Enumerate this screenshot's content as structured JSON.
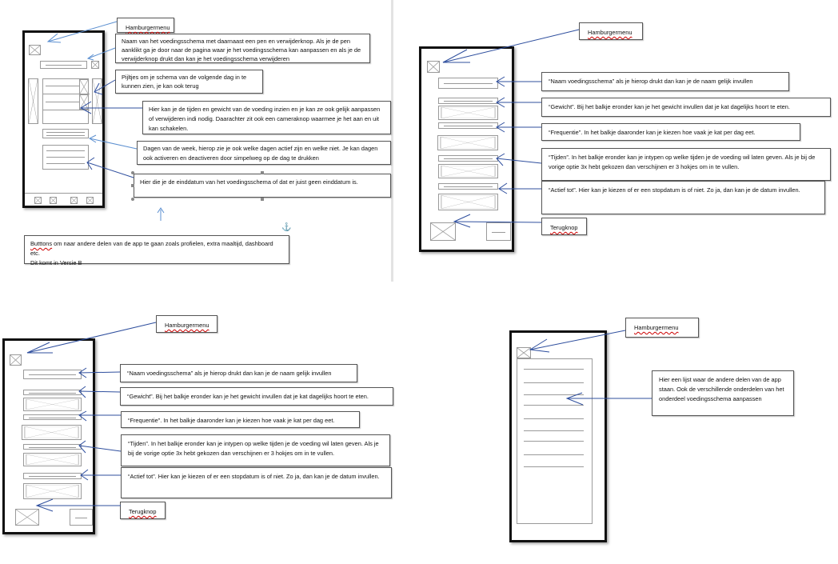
{
  "document": {
    "title": "Wireframes voedingsschema app",
    "colors": {
      "arrow_light": "#5b8fd0",
      "arrow_dark": "#2f4f9e",
      "wire": "#9a9a9a",
      "frame": "#111111",
      "anchor": "#2e75b6"
    }
  },
  "wireframe1": {
    "labels": {
      "hamburger": "Hamburgermenu",
      "name_row": "Naam van het voedingsschema met daarnaast een pen en verwijderknop. Als je de pen aanklikt ga je door naar de pagina waar je het voedingsschema kan aanpassen en als je de verwijderknop drukt dan kan je het voedingsschema verwijderen",
      "arrows": "Pijltjes om je schema van de volgende dag in te kunnen zien, je kan ook terug",
      "times": "Hier kan je de tijden en gewicht van de voeding inzien en je kan ze ook gelijk aanpassen of verwijderen indi nodig. Daarachter zit ook een cameraknop waarmee je het aan en uit kan schakelen.",
      "days": "Dagen van de week, hierop zie je ook welke dagen actief zijn en welke niet. Je kan dagen ook activeren en deactiveren door simpelweg op de dag te drukken",
      "end_date": "Hier die je de einddatum van het voedingsschema of dat er juist geen einddatum is.",
      "bottom_buttons_1": "Butttons om naar andere delen van de app te gaan zoals profielen, extra maaltijd, dashboard etc.",
      "bottom_buttons_2": "Dit komt in Versie B"
    },
    "misspelled": {
      "buttons": "Butttons",
      "indi": "indi"
    }
  },
  "wireframe2": {
    "labels": {
      "hamburger": "Hamburgermenu",
      "name": "“Naam voedingsschema” als je hierop drukt dan kan je de naam gelijk invullen",
      "weight": "“Gewicht”. Bij het balkje eronder kan je het gewicht invullen dat je kat dagelijks hoort te eten.",
      "frequency": "“Frequentie”. In het balkje daaronder kan je kiezen hoe vaak je kat per dag eet.",
      "times": "“Tijden”. In het balkje eronder kan je intypen op welke tijden je de voeding wil laten geven. Als je bij de vorige optie 3x hebt gekozen dan verschijnen er 3 hokjes om in te vullen.",
      "active_until": "“Actief tot”. Hier kan je kiezen of er een stopdatum is of niet. Zo ja, dan kan je de datum invullen.",
      "back": "Terugknop"
    }
  },
  "wireframe3": {
    "labels": {
      "hamburger": "Hamburgermenu",
      "name": "“Naam voedingsschema” als je hierop drukt dan kan je de naam gelijk invullen",
      "weight": "“Gewicht”. Bij het balkje eronder kan je het gewicht invullen dat je kat dagelijks hoort te eten.",
      "frequency": "“Frequentie”. In het balkje daaronder kan je kiezen hoe vaak je kat per dag eet.",
      "times": "“Tijden”. In het balkje eronder kan je intypen op welke tijden je de voeding wil laten geven. Als je bij de vorige optie 3x hebt gekozen dan verschijnen er 3 hokjes om in te vullen.",
      "active_until": "“Actief tot”. Hier kan je kiezen of er een stopdatum is of niet. Zo ja, dan kan je de datum invullen.",
      "back": "Terugknop"
    }
  },
  "wireframe4": {
    "labels": {
      "hamburger": "Hamburgermenu",
      "menu_list": "Hier een lijst waar de andere delen van de app staan. Ook de verschillende onderdelen van het onderdeel voedingsschema aanpassen"
    },
    "menu_item_count": 9
  }
}
